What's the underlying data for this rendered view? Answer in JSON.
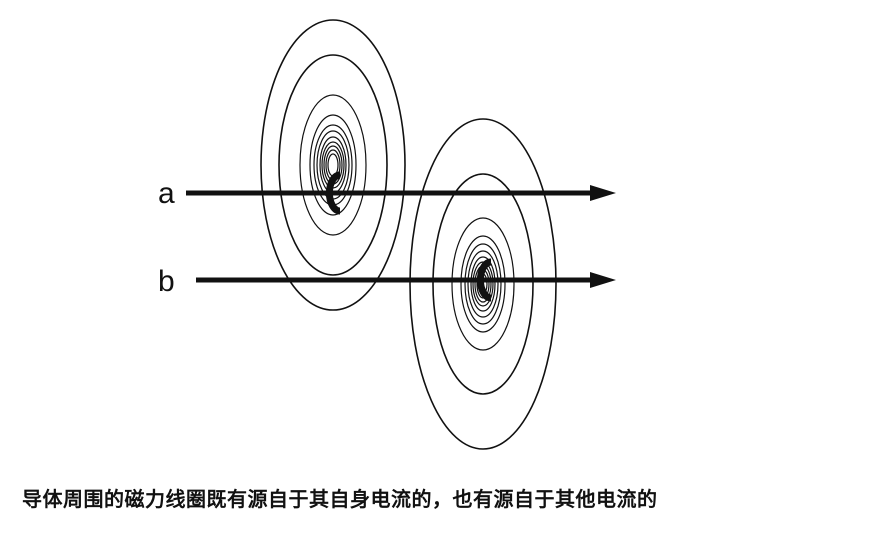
{
  "diagram": {
    "wires": [
      {
        "label": "a"
      },
      {
        "label": "b"
      }
    ],
    "conductors": [
      {
        "wire": "a",
        "ring_count": 11
      },
      {
        "wire": "b",
        "ring_count": 11
      }
    ],
    "line_color": "#111111",
    "icons": [
      "arrow-head-icon",
      "conductor-cross-section-icon"
    ]
  },
  "caption": "导体周围的磁力线圈既有源自于其自身电流的，也有源自于其他电流的"
}
